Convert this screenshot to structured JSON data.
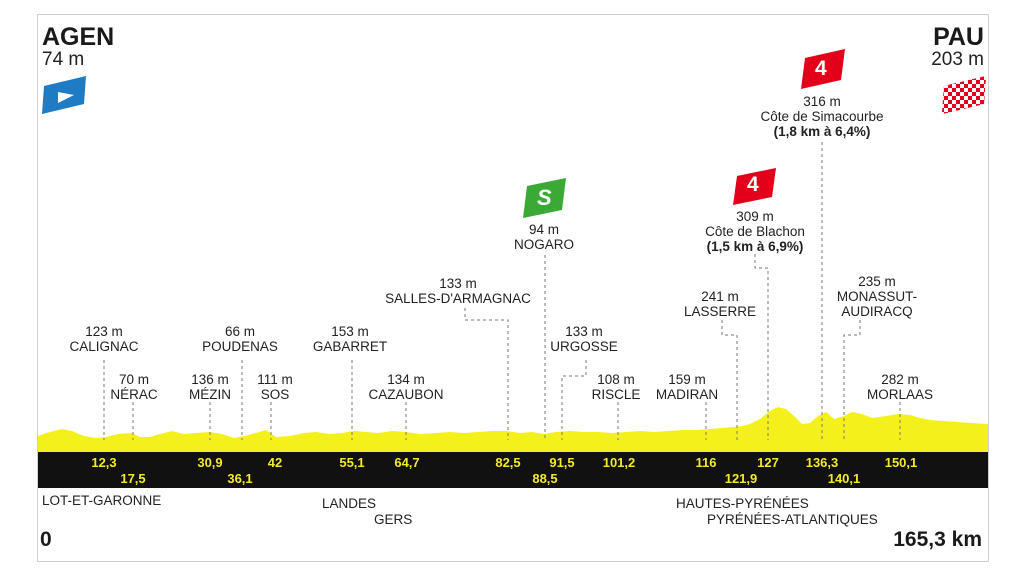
{
  "start": {
    "name": "AGEN",
    "altitude": "74 m"
  },
  "finish": {
    "name": "PAU",
    "altitude": "203 m"
  },
  "distance": {
    "start": "0",
    "end": "165,3 km"
  },
  "icons": {
    "start_flag": "start-flag-icon",
    "finish_flag": "finish-flag-icon",
    "sprint": "intermediate-sprint-icon",
    "climb": "cat-4-climb-icon"
  },
  "colors": {
    "profile_fill": "#f4f01c",
    "road_bar": "#111111",
    "km_text": "#f2ea2a",
    "start_flag": "#1e7bc4",
    "climb_badge": "#e3001b",
    "sprint_badge": "#3aa935"
  },
  "badges": {
    "sprint_label": "S",
    "climb1_label": "4",
    "climb2_label": "4"
  },
  "waypoints": [
    {
      "alt": "123 m",
      "name": "CALIGNAC"
    },
    {
      "alt": "70 m",
      "name": "NÉRAC"
    },
    {
      "alt": "66 m",
      "name": "POUDENAS"
    },
    {
      "alt": "136 m",
      "name": "MÉZIN"
    },
    {
      "alt": "111 m",
      "name": "SOS"
    },
    {
      "alt": "153 m",
      "name": "GABARRET"
    },
    {
      "alt": "134 m",
      "name": "CAZAUBON"
    },
    {
      "alt": "133 m",
      "name": "SALLES-D'ARMAGNAC"
    },
    {
      "alt": "94 m",
      "name": "NOGARO"
    },
    {
      "alt": "133 m",
      "name": "URGOSSE"
    },
    {
      "alt": "108 m",
      "name": "RISCLE"
    },
    {
      "alt": "159 m",
      "name": "MADIRAN"
    },
    {
      "alt": "241 m",
      "name": "LASSERRE"
    },
    {
      "alt": "309 m",
      "name": "Côte de Blachon",
      "detail": "(1,5 km à 6,9%)"
    },
    {
      "alt": "316 m",
      "name": "Côte de Simacourbe",
      "detail": "(1,8 km à 6,4%)"
    },
    {
      "alt": "235 m",
      "name": "MONASSUT-",
      "name2": "AUDIRACQ"
    },
    {
      "alt": "282 m",
      "name": "MORLAAS"
    }
  ],
  "km_marks": [
    "12,3",
    "17,5",
    "30,9",
    "36,1",
    "42",
    "55,1",
    "64,7",
    "82,5",
    "88,5",
    "91,5",
    "101,2",
    "116",
    "121,9",
    "127",
    "136,3",
    "140,1",
    "150,1"
  ],
  "regions": [
    "LOT-ET-GARONNE",
    "LANDES",
    "GERS",
    "HAUTES-PYRÉNÉES",
    "PYRÉNÉES-ATLANTIQUES"
  ]
}
